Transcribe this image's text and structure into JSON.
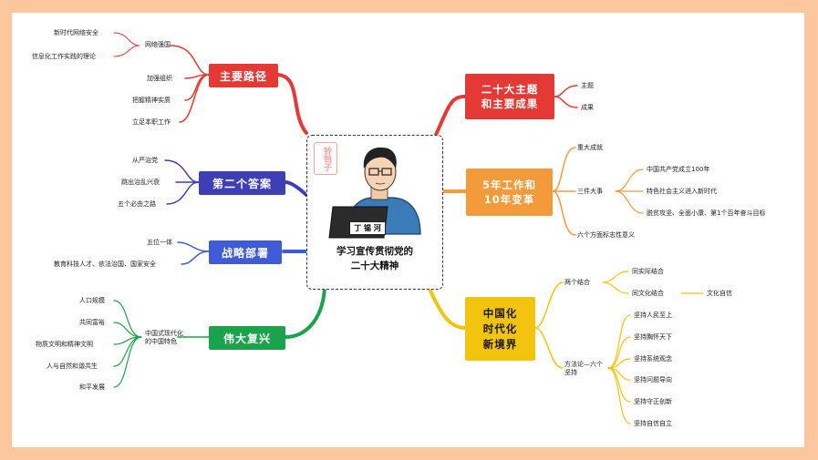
{
  "center": {
    "title_line1": "学习宣传贯彻党的",
    "title_line2": "二十大精神",
    "name_badge": "丁 锡 河",
    "stamp": "铃铛子"
  },
  "left": {
    "zhuyao": {
      "label": "主要路径",
      "color": "#e53935",
      "sub": "网络强国",
      "sub_items": [
        "新时代网络安全",
        "信息化工作实践的理论"
      ],
      "items": [
        "加强组织",
        "把握精神实质",
        "立足本职工作"
      ]
    },
    "dierge": {
      "label": "第二个答案",
      "color": "#3f3fb5",
      "items": [
        "从严治党",
        "跳出治乱兴衰",
        "五个必由之路"
      ]
    },
    "zhanlue": {
      "label": "战略部署",
      "color": "#3f5bd6",
      "items": [
        "五位一体",
        "教育科技人才、依法治国、国家安全"
      ]
    },
    "weida": {
      "label": "伟大复兴",
      "color": "#1aa34a",
      "sub": "中国式现代化的中国特色",
      "items": [
        "人口规模",
        "共同富裕",
        "物质文明和精神文明",
        "人与自然和谐共生",
        "和平发展"
      ]
    }
  },
  "right": {
    "ershida": {
      "label_line1": "二十大主题",
      "label_line2": "和主要成果",
      "color": "#e53935",
      "items": [
        "主题",
        "成果"
      ]
    },
    "wunian": {
      "label_line1": "5年工作和",
      "label_line2": "10年变革",
      "color": "#f39a3a",
      "items": [
        "重大成就",
        "三件大事",
        "六个方面标志性意义"
      ],
      "sanjian": [
        "中国共产党成立100年",
        "特色社会主义进入新时代",
        "脱贫攻坚、全面小康、第1个百年奋斗目标"
      ]
    },
    "zhongguohua": {
      "label_line1": "中国化",
      "label_line2": "时代化",
      "label_line3": "新境界",
      "color": "#f2c40f",
      "lianggejiehe": "两个结合",
      "jiehe": [
        "同实际结合",
        "同文化结合"
      ],
      "wenhua_zixin": "文化自信",
      "fangfalun": "方法论—六个坚持",
      "jianchi": [
        "坚持人民至上",
        "坚持胸怀天下",
        "坚持系统观念",
        "坚持问题导向",
        "坚持守正创新",
        "坚持自信自立"
      ]
    }
  }
}
